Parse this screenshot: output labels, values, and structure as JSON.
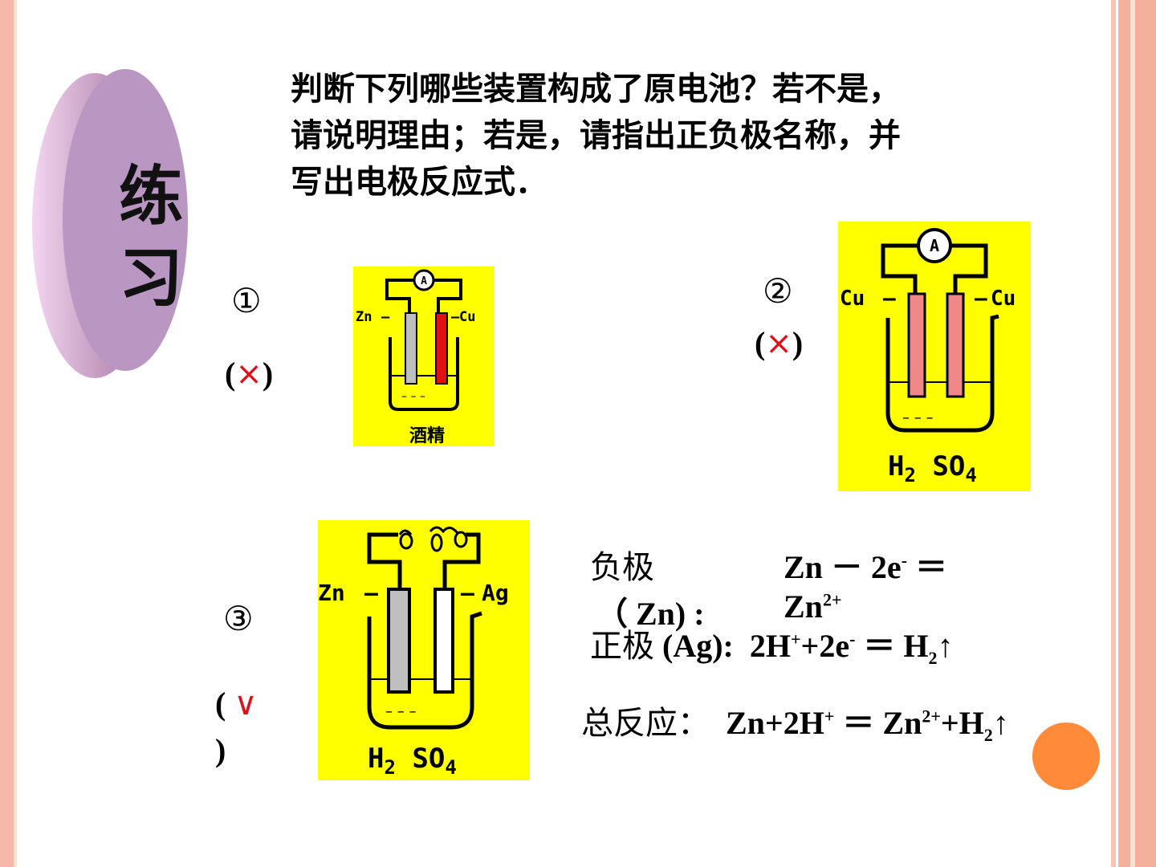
{
  "badge": {
    "char1": "练",
    "char2": "习"
  },
  "question": {
    "line1": "判断下列哪些装置构成了原电池？若不是，",
    "line2": "请说明理由；若是，请指出正负极名称，并",
    "line3": "写出电极反应式．"
  },
  "items": [
    {
      "number": "①",
      "mark_open": "(",
      "mark_symbol": "×",
      "mark_close": ")"
    },
    {
      "number": "②",
      "mark_open": "(",
      "mark_symbol": "×",
      "mark_close": ")"
    },
    {
      "number": "③",
      "mark_open": "(",
      "mark_symbol": "∨",
      "mark_close": ")"
    }
  ],
  "diagram1": {
    "meter": "A",
    "left_electrode": "Zn",
    "right_electrode": "Cu",
    "solution": "酒精"
  },
  "diagram2": {
    "meter": "A",
    "left_electrode": "Cu",
    "right_electrode": "Cu",
    "solution_main": "H",
    "solution_sub1": "2",
    "solution_mid": " SO",
    "solution_sub2": "4"
  },
  "diagram3": {
    "left_electrode": "Zn",
    "right_electrode": "Ag",
    "solution_main": "H",
    "solution_sub1": "2",
    "solution_mid": " SO",
    "solution_sub2": "4"
  },
  "answers": {
    "neg_label": "负极",
    "neg_eq_a": "Zn － 2e",
    "neg_eq_a_sup": "-",
    "neg_eq_b": " ＝",
    "neg_paren": "（ Zn) :",
    "neg_result": "Zn",
    "neg_result_sup": "2+",
    "pos_label": "正极",
    "pos_paren": " (Ag):",
    "pos_eq_1": "2H",
    "pos_eq_1_sup": "+",
    "pos_eq_2": "+2e",
    "pos_eq_2_sup": "-",
    "pos_eq_3": " ＝ H",
    "pos_eq_3_sub": "2",
    "pos_eq_4": "↑",
    "total_label": "总反应：",
    "total_1": "Zn+2H",
    "total_1_sup": "+",
    "total_2": " ＝ Zn",
    "total_2_sup": "2+",
    "total_3": "+H",
    "total_3_sub": "2",
    "total_4": "↑"
  }
}
